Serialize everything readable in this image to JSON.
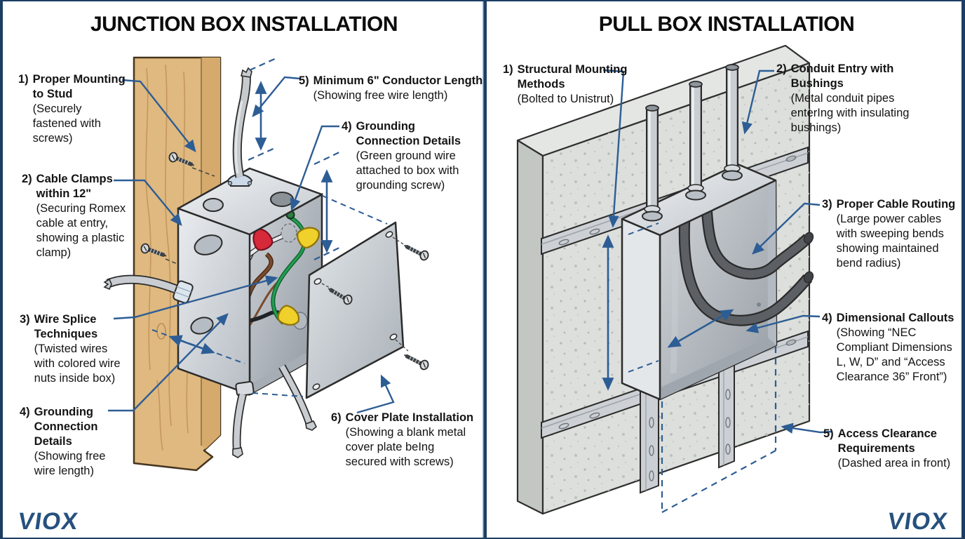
{
  "page": {
    "background": "#ffffff",
    "border_color": "#1c3e63",
    "leader_blue": "#2d5d95",
    "logo_color": "#26517d"
  },
  "junction_panel": {
    "title": "JUNCTION BOX INSTALLATION",
    "logo": "VIOX",
    "labels": [
      {
        "num": "1)",
        "title": "Proper Mounting\nto Stud",
        "desc": "(Securely\nfastened with\nscrews)"
      },
      {
        "num": "2)",
        "title": "Cable Clamps\nwithin 12\"",
        "desc": "(Securing Romex\ncable at entry,\nshowing a plastic\nclamp)"
      },
      {
        "num": "3)",
        "title": "Wire Splice\nTechniques",
        "desc": "(Twisted wires\nwith colored wire\nnuts inside box)"
      },
      {
        "num": "4)",
        "title": "Grounding\nConnection\nDetails",
        "desc": "(Showing free\nwire length)"
      },
      {
        "num": "5)",
        "title": "Minimum 6\" Conductor Length",
        "desc": "(Showing free wire length)"
      },
      {
        "num": "4)",
        "title": "Grounding\nConnection Details",
        "desc": "(Green ground wire\nattached to box with\ngrounding screw)"
      },
      {
        "num": "6)",
        "title": "Cover Plate Installation",
        "desc": "(Showing a blank metal\ncover plate beIng\nsecured with screws)"
      }
    ]
  },
  "pull_panel": {
    "title": "PULL BOX INSTALLATION",
    "logo": "VIOX",
    "labels": [
      {
        "num": "1)",
        "title": "Structural Mounting\nMethods",
        "desc": "(Bolted to Unistrut)"
      },
      {
        "num": "2)",
        "title": "Conduit Entry with\nBushings",
        "desc": "(Metal conduit pipes\nenterIng with insulating\nbushings)"
      },
      {
        "num": "3)",
        "title": "Proper Cable Routing",
        "desc": "(Large power cables\nwith sweeping bends\nshowing maintained\nbend radius)"
      },
      {
        "num": "4)",
        "title": "Dimensional Callouts",
        "desc": "(Showing “NEC\nCompliant Dimensions\nL, W, D” and “Access\nClearance 36” Front”)"
      },
      {
        "num": "5)",
        "title": "Access Clearance\nRequirements",
        "desc": "(Dashed area in front)"
      }
    ]
  }
}
